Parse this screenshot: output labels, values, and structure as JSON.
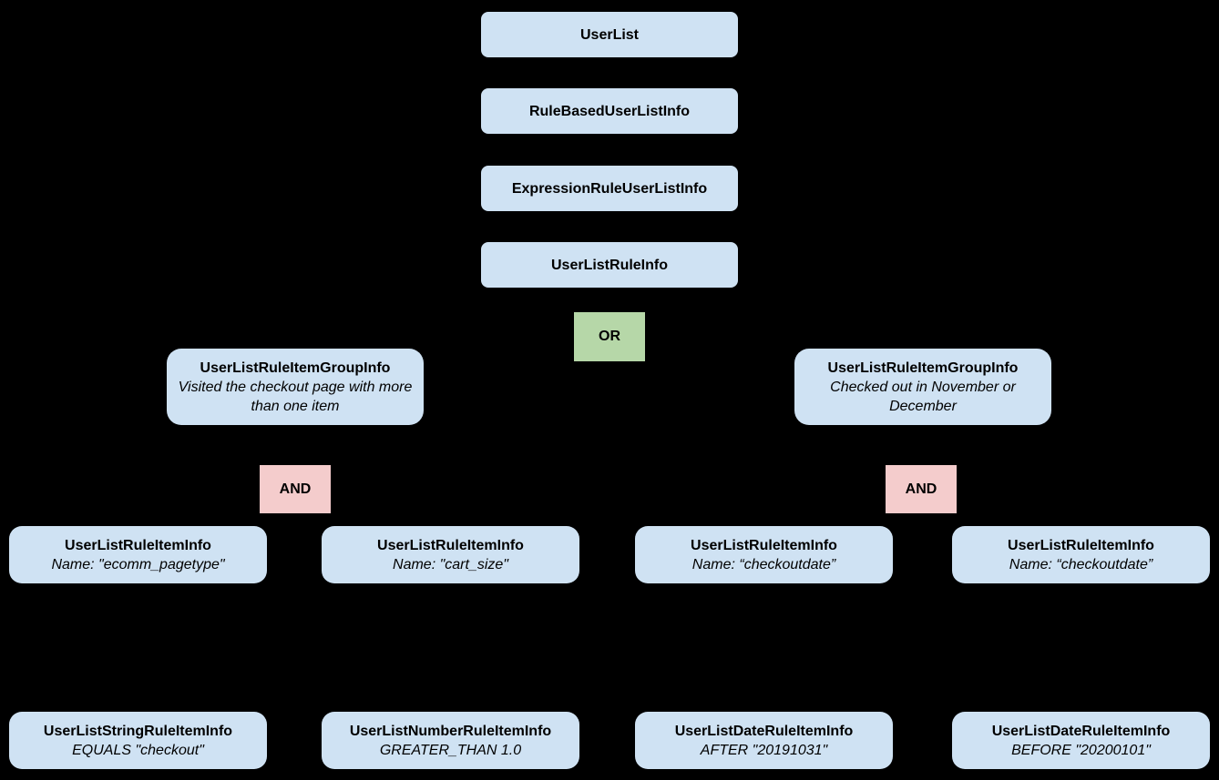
{
  "diagram": {
    "background": "#000000",
    "colors": {
      "node_fill": "#cfe2f3",
      "or_fill": "#b6d7a8",
      "and_fill": "#f4cccc",
      "text": "#000000"
    },
    "chain": [
      {
        "label": "UserList"
      },
      {
        "label": "RuleBasedUserListInfo"
      },
      {
        "label": "ExpressionRuleUserListInfo"
      },
      {
        "label": "UserListRuleInfo"
      }
    ],
    "or_operator": {
      "label": "OR"
    },
    "groups": [
      {
        "title": "UserListRuleItemGroupInfo",
        "description": "Visited the checkout page with more than one item",
        "operator": "AND"
      },
      {
        "title": "UserListRuleItemGroupInfo",
        "description": "Checked out in November or December",
        "operator": "AND"
      }
    ],
    "rule_items": [
      {
        "title": "UserListRuleItemInfo",
        "description": "Name: \"ecomm_pagetype\""
      },
      {
        "title": "UserListRuleItemInfo",
        "description": "Name: \"cart_size\""
      },
      {
        "title": "UserListRuleItemInfo",
        "description": "Name: “checkoutdate”"
      },
      {
        "title": "UserListRuleItemInfo",
        "description": "Name: “checkoutdate”"
      }
    ],
    "operand_items": [
      {
        "title": "UserListStringRuleItemInfo",
        "description": "EQUALS \"checkout\""
      },
      {
        "title": "UserListNumberRuleItemInfo",
        "description": "GREATER_THAN 1.0"
      },
      {
        "title": "UserListDateRuleItemInfo",
        "description": "AFTER \"20191031\""
      },
      {
        "title": "UserListDateRuleItemInfo",
        "description": "BEFORE \"20200101\""
      }
    ]
  }
}
